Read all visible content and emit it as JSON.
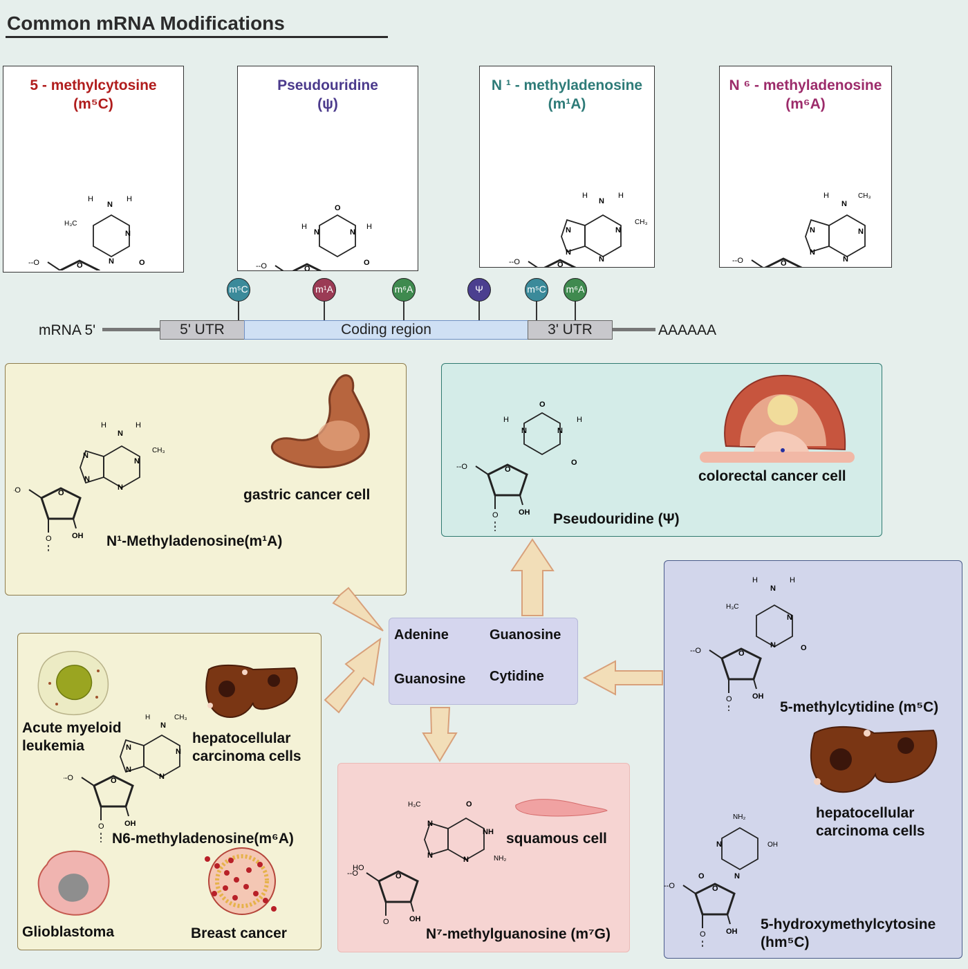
{
  "title": "Common mRNA Modifications",
  "cards": [
    {
      "line1": "5 - methylcytosine",
      "line2": "(m⁵C)",
      "color": "#b01c1c"
    },
    {
      "line1": "Pseudouridine",
      "line2": "(ψ)",
      "color": "#4b3a8c"
    },
    {
      "line1": "N ¹ - methyladenosine",
      "line2": "(m¹A)",
      "color": "#2e7b78"
    },
    {
      "line1": "N ⁶ - methyladenosine",
      "line2": "(m⁶A)",
      "color": "#9c2b6a"
    }
  ],
  "mrna": {
    "left_label": "mRNA 5'",
    "right_label": "AAAAAA",
    "segments": [
      "5' UTR",
      "Coding region",
      "3' UTR"
    ],
    "markers": [
      {
        "label": "m⁵C",
        "color": "#3b8a9a"
      },
      {
        "label": "m¹A",
        "color": "#9b3b55"
      },
      {
        "label": "m⁶A",
        "color": "#3f8a4f"
      },
      {
        "label": "Ψ",
        "color": "#4b3f8f"
      },
      {
        "label": "m⁵C",
        "color": "#3b8a9a"
      },
      {
        "label": "m⁶A",
        "color": "#3f8a4f"
      }
    ]
  },
  "center": {
    "items": [
      "Adenine",
      "Guanosine",
      "Guanosine",
      "Cytidine"
    ]
  },
  "m1a_box": {
    "cancer": "gastric cancer cell",
    "compound": "N¹-Methyladenosine(m¹A)"
  },
  "psi_box": {
    "cancer": "colorectal cancer cell",
    "compound": "Pseudouridine (Ψ)"
  },
  "m6a_box": {
    "aml": "Acute myeloid leukemia",
    "hcc": "hepatocellular carcinoma cells",
    "compound": "N6-methyladenosine(m⁶A)",
    "gbm": "Glioblastoma",
    "breast": "Breast cancer"
  },
  "m7g_box": {
    "cancer": "squamous cell",
    "compound": "N⁷-methylguanosine (m⁷G)"
  },
  "m5c_box": {
    "compound1": "5-methylcytidine (m⁵C)",
    "hcc": "hepatocellular carcinoma cells",
    "compound2a": "5-hydroxymethylcytosine",
    "compound2b": "(hm⁵C)"
  }
}
